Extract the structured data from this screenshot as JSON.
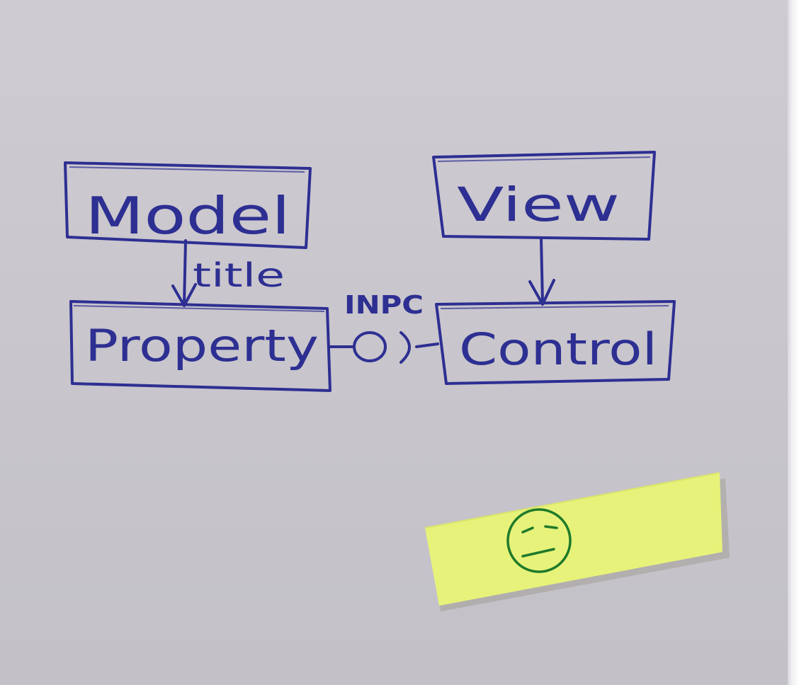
{
  "diagram": {
    "nodes": {
      "model": {
        "label": "Model"
      },
      "view": {
        "label": "View"
      },
      "property": {
        "label": "Property"
      },
      "control": {
        "label": "Control"
      }
    },
    "edges": {
      "model_to_property": {
        "label": "title"
      },
      "property_control": {
        "label": "INPC"
      }
    }
  },
  "sticky_note": {
    "color": "#e7f27a",
    "icon": "confused-face-icon"
  },
  "colors": {
    "ink": "#2d2f92",
    "paper": "#c9c6cc",
    "sticky_ink": "#1f7a2a"
  }
}
